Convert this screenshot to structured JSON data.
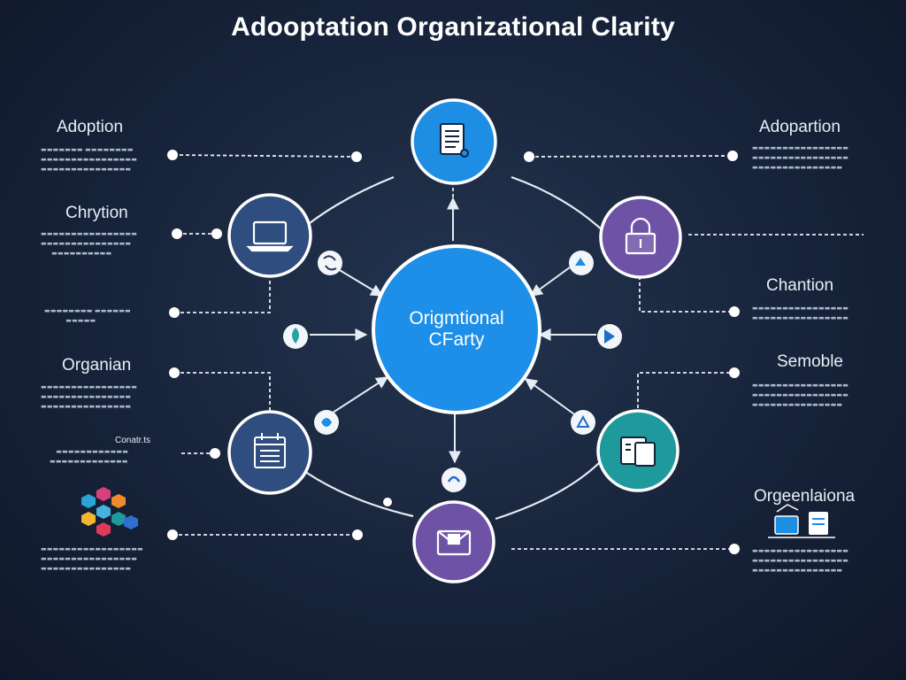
{
  "title": "Adooptation Organizational Clarity",
  "center": {
    "line1": "Origmtional",
    "line2": "CFarty"
  },
  "labels": {
    "left_1": "Adoption",
    "left_2": "Chrytion",
    "left_3": "Organian",
    "left_4": "Conatr.ts",
    "right_1": "Adopartion",
    "right_2": "Chantion",
    "right_3": "Semoble",
    "right_4": "Orgeenlaiona"
  },
  "colors": {
    "background": "#17233a",
    "center": "#1d8fe8",
    "node_blue": "#1e8ee5",
    "node_navy": "#2f4d7e",
    "node_purple": "#6e52a6",
    "node_teal": "#1f9a9c",
    "line": "#e6ecf4"
  },
  "icons": {
    "top": "document-icon",
    "upper_left": "laptop-icon",
    "upper_right": "lock-icon",
    "lower_left": "calendar-icon",
    "lower_right": "files-icon",
    "bottom": "envelope-icon"
  }
}
